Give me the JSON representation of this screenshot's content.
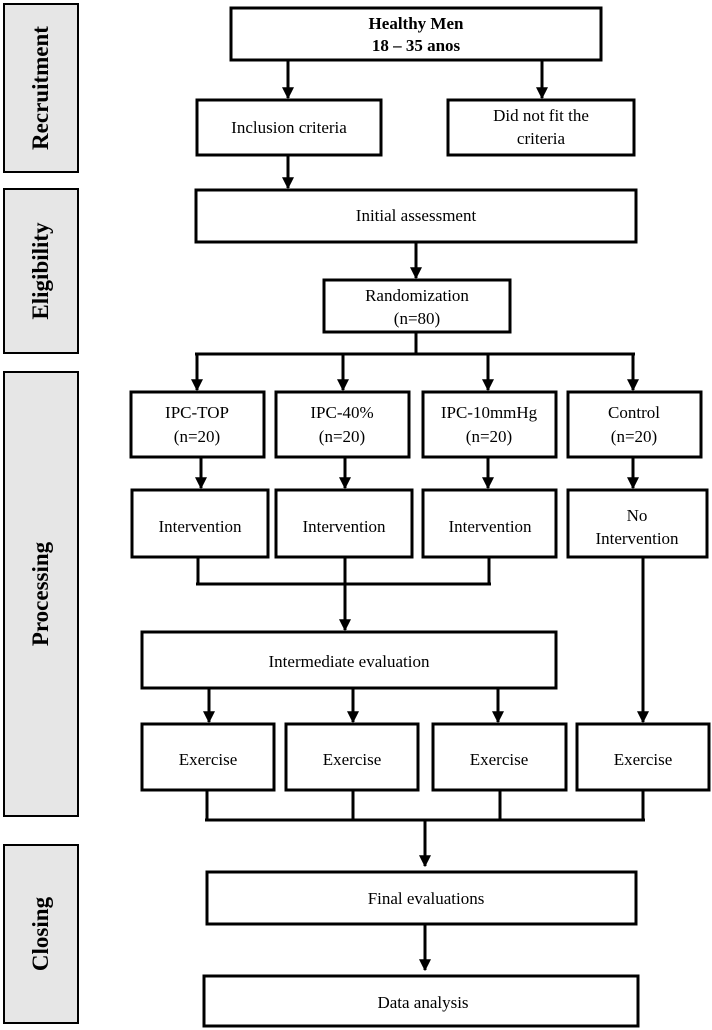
{
  "phases": {
    "recruitment": "Recruitment",
    "eligibility": "Eligibility",
    "processing": "Processing",
    "closing": "Closing"
  },
  "nodes": {
    "healthy_men_line1": "Healthy Men",
    "healthy_men_line2": "18 – 35 anos",
    "inclusion": "Inclusion criteria",
    "not_fit_line1": "Did not fit the",
    "not_fit_line2": "criteria",
    "initial_assessment": "Initial assessment",
    "randomization_line1": "Randomization",
    "randomization_line2": "(n=80)",
    "groups": [
      {
        "name": "IPC-TOP",
        "n": "(n=20)"
      },
      {
        "name": "IPC-40%",
        "n": "(n=20)"
      },
      {
        "name": "IPC-10mmHg",
        "n": "(n=20)"
      },
      {
        "name": "Control",
        "n": "(n=20)"
      }
    ],
    "intervention": "Intervention",
    "no_intervention_line1": "No",
    "no_intervention_line2": "Intervention",
    "intermediate": "Intermediate evaluation",
    "exercise": "Exercise",
    "final": "Final evaluations",
    "data_analysis": "Data analysis"
  },
  "colors": {
    "stroke": "#000000",
    "phase_fill": "#e6e6e6",
    "box_fill": "#ffffff"
  }
}
